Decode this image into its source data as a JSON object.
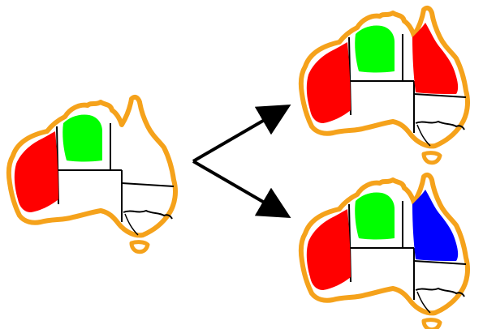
{
  "colors": {
    "outline": "#f5a21b",
    "border": "#000000",
    "wa": "#ff0000",
    "nt": "#00ff00",
    "qld_red": "#ff0000",
    "qld_blue": "#0000ff",
    "uncolored": "#ffffff",
    "arrow": "#000000"
  },
  "maps": [
    {
      "role": "source",
      "wa": "red",
      "nt": "green",
      "qld": "uncolored"
    },
    {
      "role": "branch-top",
      "wa": "red",
      "nt": "green",
      "qld": "red"
    },
    {
      "role": "branch-bottom",
      "wa": "red",
      "nt": "green",
      "qld": "blue"
    }
  ]
}
